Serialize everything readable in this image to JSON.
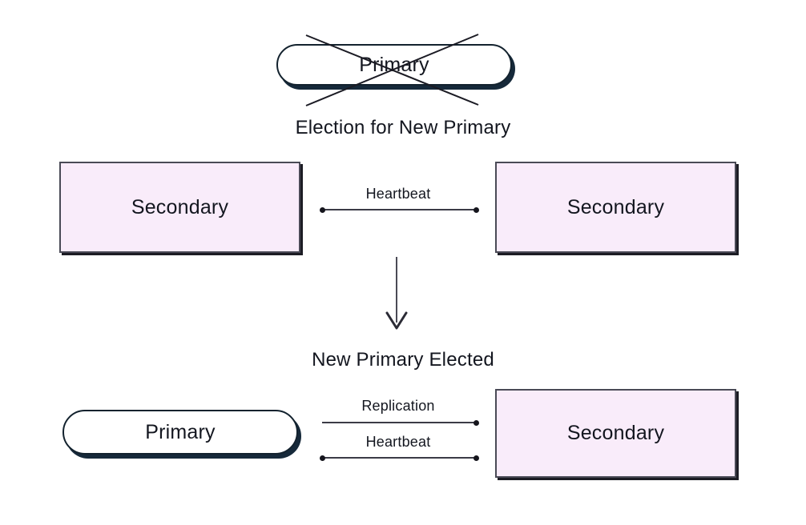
{
  "diagram": {
    "title_text_color": "#13161f",
    "node_fill_secondary": "#f9ecfa",
    "node_fill_primary": "#ffffff",
    "node_border_secondary": "#4a4a56",
    "node_border_primary": "#13222e",
    "shadow_color": "#16293a",
    "connector_color": "#3b3b46",
    "background": "#ffffff"
  },
  "stage_one": {
    "failed_primary_label": "Primary",
    "failed_primary_state": "crossed-out",
    "caption": "Election for New Primary",
    "secondary_left_label": "Secondary",
    "secondary_right_label": "Secondary",
    "heartbeat_label": "Heartbeat"
  },
  "transition": {
    "arrow_direction": "down"
  },
  "stage_two": {
    "caption": "New Primary Elected",
    "primary_label": "Primary",
    "secondary_label": "Secondary",
    "replication_label": "Replication",
    "heartbeat_label": "Heartbeat"
  }
}
